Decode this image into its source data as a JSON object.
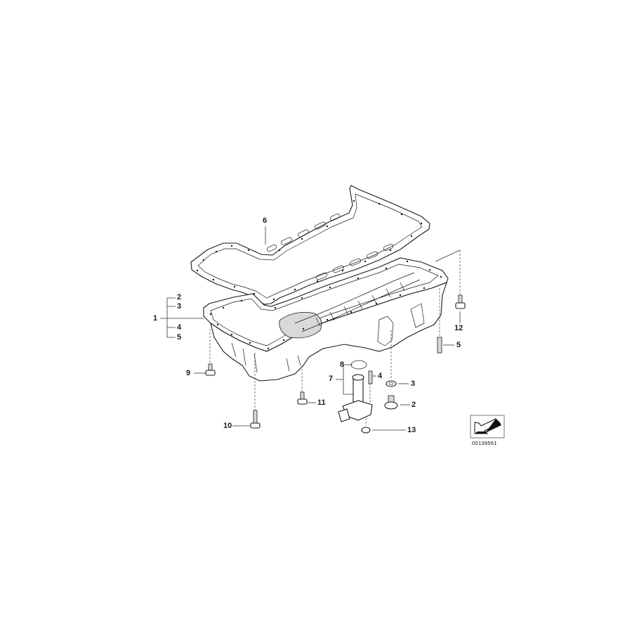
{
  "diagram": {
    "title": "Oil pan / oil level sensor exploded view",
    "reference_number": "00139561",
    "callouts": [
      {
        "id": "1",
        "label": "1",
        "part": "oil-pan"
      },
      {
        "id": "2a",
        "label": "2",
        "part": "oil-drain-plug-ref"
      },
      {
        "id": "3a",
        "label": "3",
        "part": "sealing-ring-ref"
      },
      {
        "id": "4a",
        "label": "4",
        "part": "stud-ref"
      },
      {
        "id": "5a",
        "label": "5",
        "part": "stud-ref"
      },
      {
        "id": "6",
        "label": "6",
        "part": "oil-pan-gasket"
      },
      {
        "id": "7",
        "label": "7",
        "part": "oil-level-sensor"
      },
      {
        "id": "8",
        "label": "8",
        "part": "o-ring"
      },
      {
        "id": "4b",
        "label": "4",
        "part": "stud"
      },
      {
        "id": "3b",
        "label": "3",
        "part": "sealing-ring"
      },
      {
        "id": "2b",
        "label": "2",
        "part": "oil-drain-plug"
      },
      {
        "id": "13",
        "label": "13",
        "part": "hex-nut"
      },
      {
        "id": "9",
        "label": "9",
        "part": "hex-bolt"
      },
      {
        "id": "10",
        "label": "10",
        "part": "hex-bolt-long"
      },
      {
        "id": "11",
        "label": "11",
        "part": "hex-bolt"
      },
      {
        "id": "12",
        "label": "12",
        "part": "hex-bolt"
      },
      {
        "id": "5b",
        "label": "5",
        "part": "stud"
      }
    ]
  }
}
